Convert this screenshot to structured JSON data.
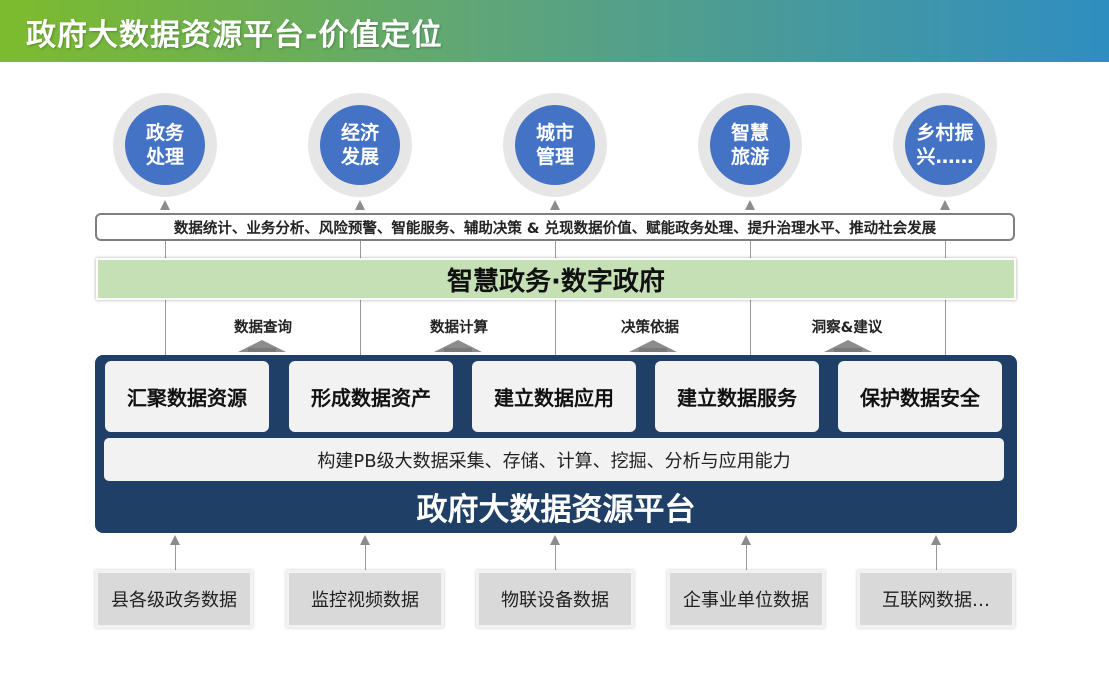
{
  "title": "政府大数据资源平台-价值定位",
  "scenarios": [
    {
      "line1": "政务",
      "line2": "处理"
    },
    {
      "line1": "经济",
      "line2": "发展"
    },
    {
      "line1": "城市",
      "line2": "管理"
    },
    {
      "line1": "智慧",
      "line2": "旅游"
    },
    {
      "line1": "乡村振",
      "line2": "兴……"
    }
  ],
  "value_statement": "数据统计、业务分析、风险预警、智能服务、辅助决策 & 兑现数据价值、赋能政务处理、提升治理水平、推动社会发展",
  "smart_gov_banner": "智慧政务·数字政府",
  "flows": [
    "数据查询",
    "数据计算",
    "决策依据",
    "洞察&建议"
  ],
  "capabilities": [
    "汇聚数据资源",
    "形成数据资产",
    "建立数据应用",
    "建立数据服务",
    "保护数据安全"
  ],
  "capability_bar": "构建PB级大数据采集、存储、计算、挖掘、分析与应用能力",
  "platform_title": "政府大数据资源平台",
  "sources": [
    "县各级政务数据",
    "监控视频数据",
    "物联设备数据",
    "企事业单位数据",
    "互联网数据…"
  ],
  "colors": {
    "circle": "#4472c4",
    "platform": "#1f3f66",
    "banner_green": "#c5e0b4"
  }
}
